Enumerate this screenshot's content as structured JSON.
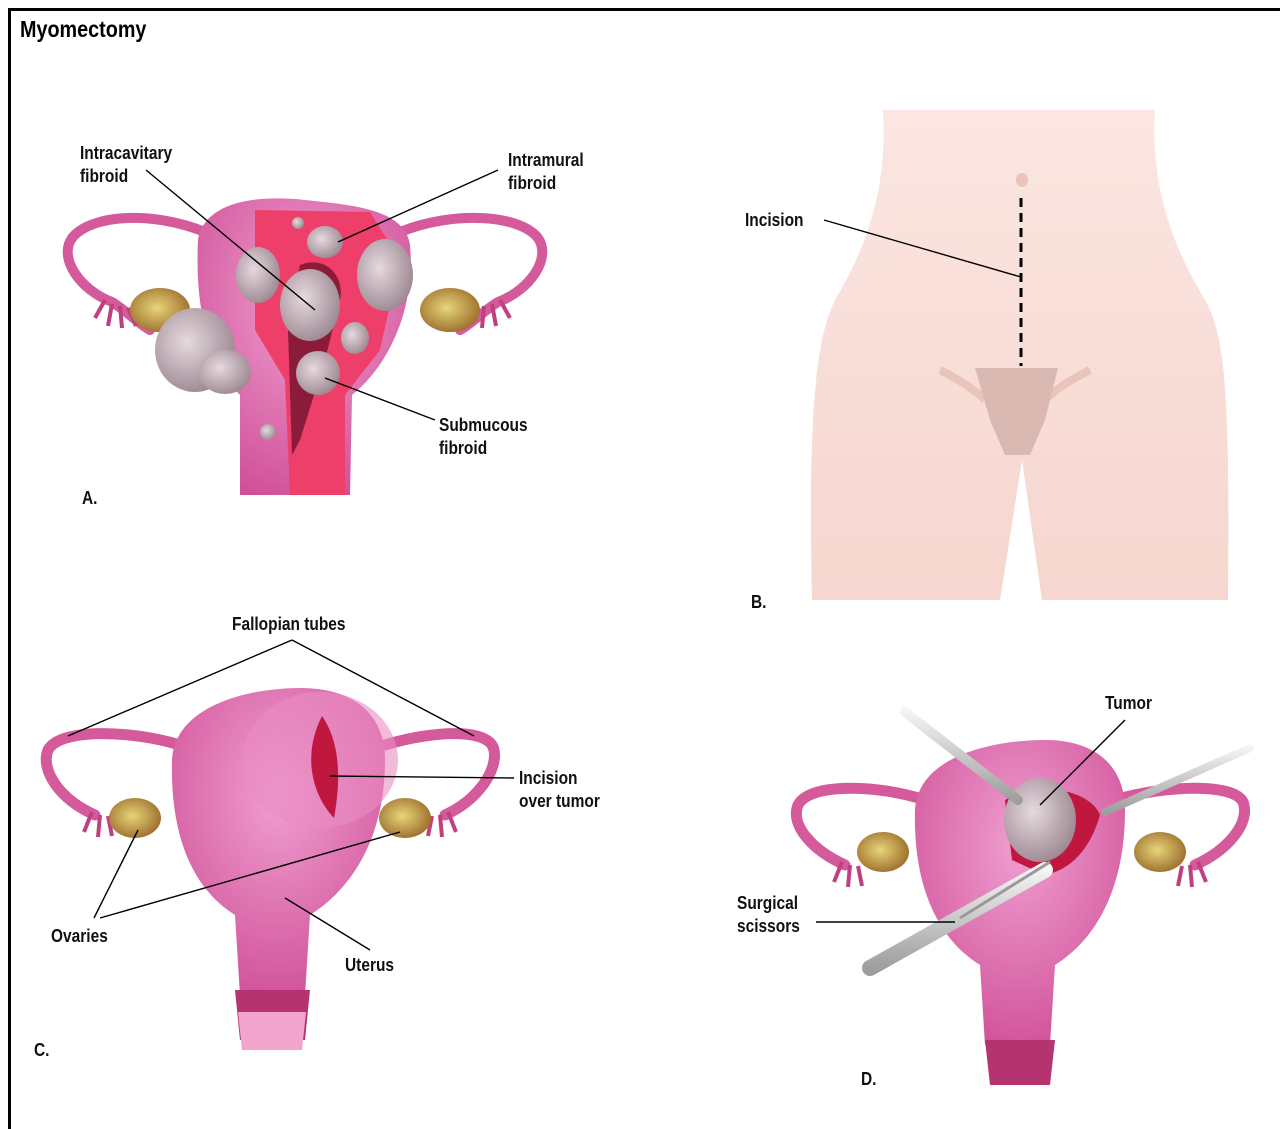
{
  "title": "Myomectomy",
  "panels": {
    "a": {
      "letter": "A.",
      "labels": {
        "intracavitary": [
          "Intracavitary",
          "fibroid"
        ],
        "intramural": [
          "Intramural",
          "fibroid"
        ],
        "submucous": [
          "Submucous",
          "fibroid"
        ]
      }
    },
    "b": {
      "letter": "B.",
      "labels": {
        "incision": "Incision"
      }
    },
    "c": {
      "letter": "C.",
      "labels": {
        "fallopian_tubes": "Fallopian tubes",
        "incision_over_tumor": [
          "Incision",
          "over tumor"
        ],
        "ovaries": "Ovaries",
        "uterus": "Uterus"
      }
    },
    "d": {
      "letter": "D.",
      "labels": {
        "tumor": "Tumor",
        "surgical_scissors": [
          "Surgical",
          "scissors"
        ]
      }
    }
  },
  "colors": {
    "uterus_pink": "#d9599f",
    "uterus_light": "#e98cc3",
    "cut_red": "#e8365f",
    "fibroid_gray": "#b0a0a8",
    "ovary_gold": "#c9a63a",
    "skin": "#f7dcd6",
    "instrument_gray": "#c8c8c8"
  }
}
